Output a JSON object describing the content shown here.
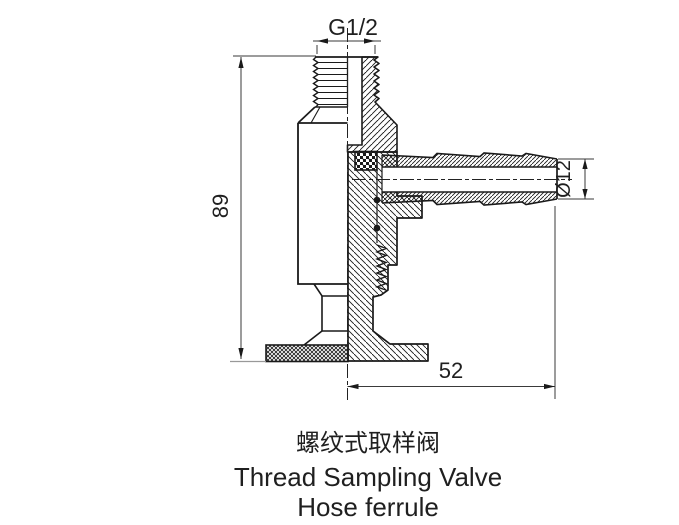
{
  "drawing": {
    "dim_thread": "G1/2",
    "dim_height": "89",
    "dim_hose_dia": "Ø12",
    "dim_length": "52"
  },
  "captions": {
    "zh": "螺纹式取样阀",
    "en1": "Thread Sampling Valve",
    "en2": "Hose ferrule"
  },
  "colors": {
    "line": "#1a1a1a",
    "dim_line": "#3a3a3a",
    "background": "#ffffff"
  }
}
